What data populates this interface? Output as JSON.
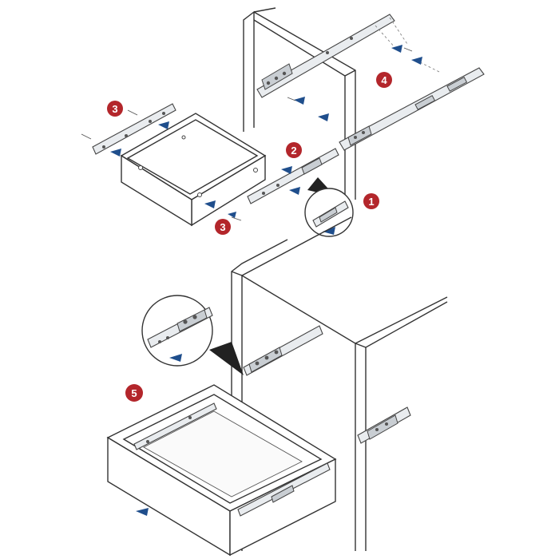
{
  "colors": {
    "badge_fill": "#b3262b",
    "arrow_blue": "#1f4e8c",
    "line": "#333333"
  },
  "steps": [
    {
      "id": "step-1",
      "label": "1"
    },
    {
      "id": "step-2",
      "label": "2"
    },
    {
      "id": "step-3a",
      "label": "3"
    },
    {
      "id": "step-3b",
      "label": "3"
    },
    {
      "id": "step-4",
      "label": "4"
    },
    {
      "id": "step-5",
      "label": "5"
    }
  ]
}
